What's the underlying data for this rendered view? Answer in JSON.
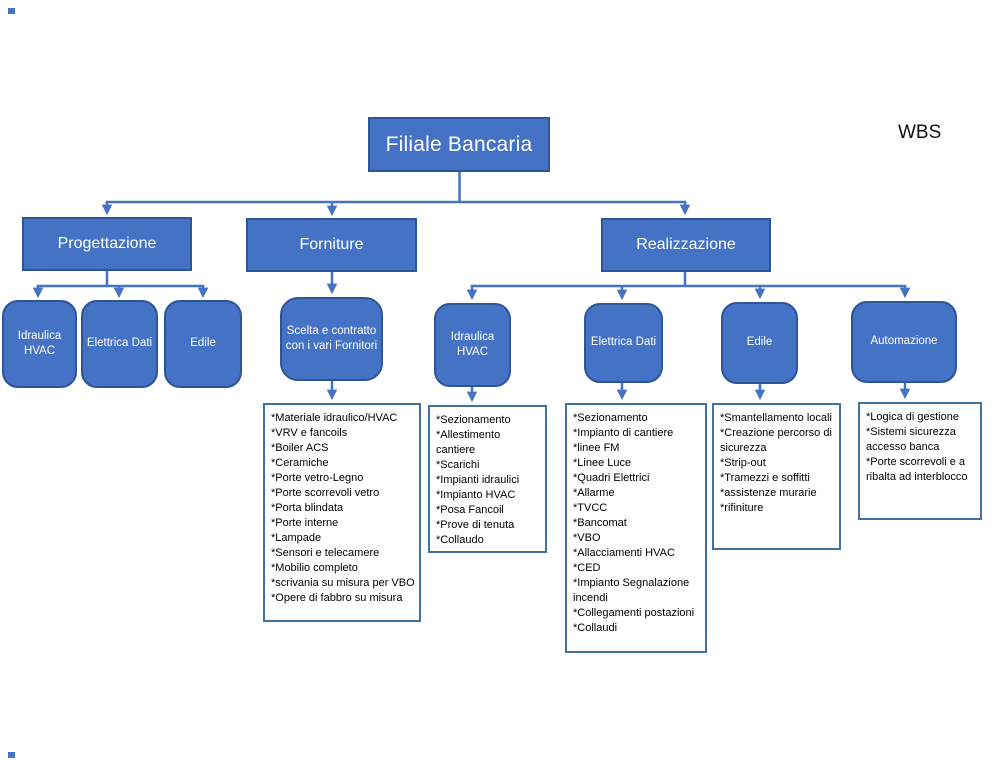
{
  "diagram_label": "WBS",
  "colors": {
    "node_fill": "#4472C4",
    "node_border": "#2E5596",
    "connector": "#4472C4",
    "list_border": "#41719C",
    "node_text": "#FFFFFF",
    "list_text": "#000000"
  },
  "tree": {
    "root": {
      "label": "Filiale Bancaria"
    },
    "branches": [
      {
        "label": "Progettazione",
        "children": [
          {
            "label": "Idraulica HVAC"
          },
          {
            "label": "Elettrica Dati"
          },
          {
            "label": "Edile"
          }
        ]
      },
      {
        "label": "Forniture",
        "children": [
          {
            "label": "Scelta e contratto con i vari Fornitori",
            "tasks": [
              "*Materiale idraulico/HVAC",
              "*VRV e fancoils",
              "*Boiler ACS",
              "*Ceramiche",
              "*Porte vetro-Legno",
              "*Porte scorrevoli vetro",
              "*Porta blindata",
              "*Porte interne",
              "*Lampade",
              "*Sensori e telecamere",
              "*Mobilio completo",
              "*scrivania su misura per VBO",
              "*Opere di fabbro su misura"
            ]
          }
        ]
      },
      {
        "label": "Realizzazione",
        "children": [
          {
            "label": "Idraulica HVAC",
            "tasks": [
              "*Sezionamento",
              "*Allestimento cantiere",
              "*Scarichi",
              "*Impianti idraulici",
              "*Impianto HVAC",
              "*Posa Fancoil",
              "*Prove di tenuta",
              "*Collaudo"
            ]
          },
          {
            "label": "Elettrica Dati",
            "tasks": [
              "*Sezionamento",
              "*Impianto di cantiere",
              "*linee FM",
              "*Linee Luce",
              "*Quadri Elettrici",
              "*Allarme",
              "*TVCC",
              "*Bancomat",
              "*VBO",
              "*Allacciamenti HVAC",
              "*CED",
              "*Impianto Segnalazione incendi",
              "*Collegamenti postazioni",
              "*Collaudi"
            ]
          },
          {
            "label": "Edile",
            "tasks": [
              "*Smantellamento locali",
              "*Creazione percorso di sicurezza",
              "*Strip-out",
              "*Tramezzi e soffitti",
              "*assistenze murarie",
              "*rifiniture"
            ]
          },
          {
            "label": "Automazione",
            "tasks": [
              "*Logica di gestione",
              "*Sistemi sicurezza accesso banca",
              "*Porte scorrevoli e a ribalta ad interblocco"
            ]
          }
        ]
      }
    ]
  }
}
